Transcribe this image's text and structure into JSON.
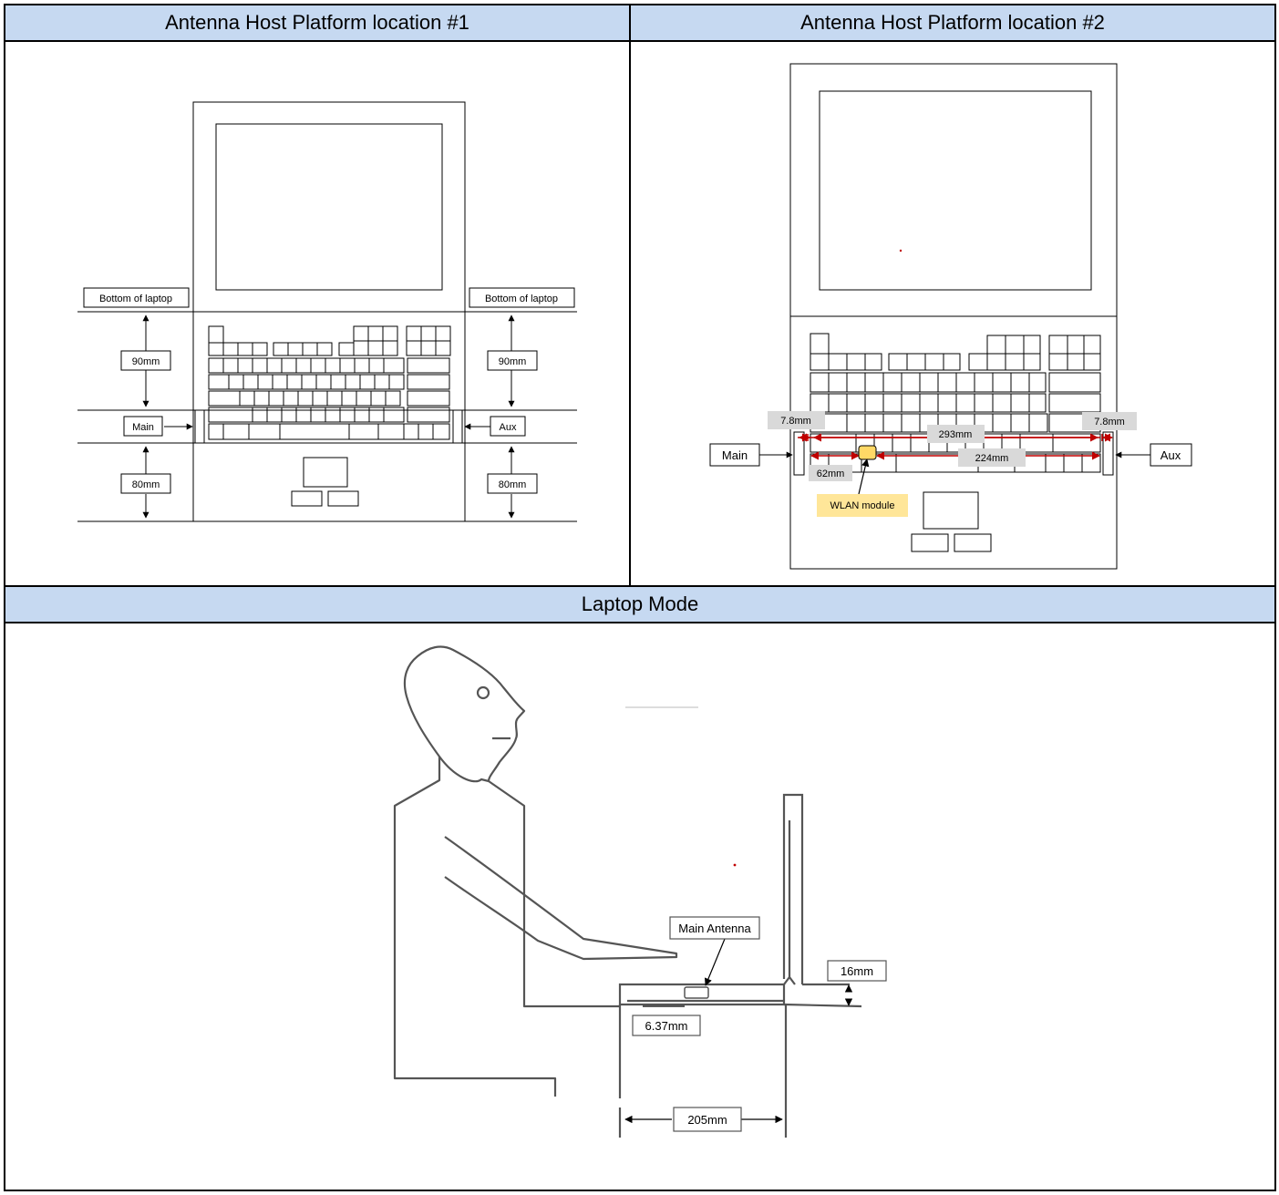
{
  "headers": {
    "loc1": "Antenna Host Platform location #1",
    "loc2": "Antenna Host Platform location #2",
    "laptop_mode": "Laptop Mode"
  },
  "loc1": {
    "bottom_left": "Bottom of laptop",
    "bottom_right": "Bottom of laptop",
    "dim_90_left": "90mm",
    "dim_90_right": "90mm",
    "dim_80_left": "80mm",
    "dim_80_right": "80mm",
    "main": "Main",
    "aux": "Aux"
  },
  "loc2": {
    "dim_7_8_left": "7.8mm",
    "dim_7_8_right": "7.8mm",
    "dim_293": "293mm",
    "dim_224": "224mm",
    "dim_62": "62mm",
    "main": "Main",
    "aux": "Aux",
    "wlan": "WLAN module"
  },
  "mode": {
    "main_antenna": "Main Antenna",
    "dim_16": "16mm",
    "dim_6_37": "6.37mm",
    "dim_205": "205mm"
  },
  "colors": {
    "header_bg": "#c6d9f1",
    "dim_red": "#c00000",
    "label_grey": "#d9d9d9",
    "wlan_yellow": "#ffe699"
  }
}
